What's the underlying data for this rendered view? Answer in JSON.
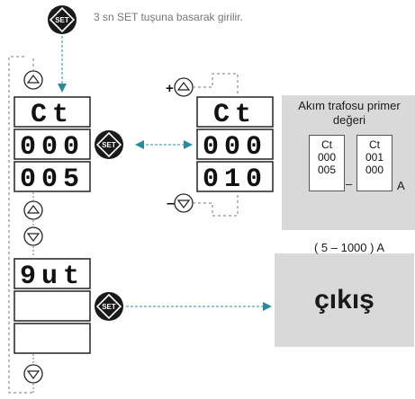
{
  "header": {
    "set_label": "SET",
    "hint": "3 sn SET tuşuna basarak girilir."
  },
  "displays": {
    "main": [
      "Ct",
      "000",
      "005"
    ],
    "edit": [
      "Ct",
      "000",
      "010"
    ],
    "out": "9ut"
  },
  "set_buttons": [
    "SET",
    "SET",
    "SET"
  ],
  "signs": {
    "plus": "+",
    "minus": "–"
  },
  "info": {
    "title_line1": "Akım trafosu primer",
    "title_line2": "değeri",
    "box1": [
      "Ct",
      "000",
      "005"
    ],
    "box2": [
      "Ct",
      "001",
      "000"
    ],
    "dash": "–",
    "unit": "A",
    "range": "( 5 – 1000 ) A"
  },
  "exit": {
    "label": "çıkış"
  },
  "colors": {
    "arrow": "#2a8a9c",
    "panel": "#d9d9d9",
    "segment": "#111111",
    "button": "#1a1a1a"
  }
}
